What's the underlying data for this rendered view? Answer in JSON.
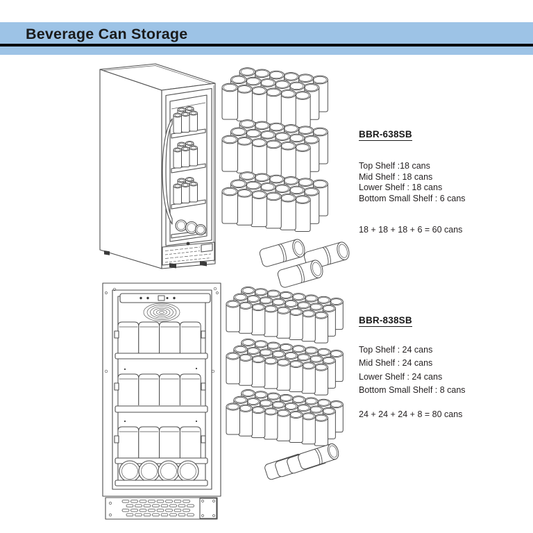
{
  "header": {
    "title": "Beverage Can Storage"
  },
  "colors": {
    "band": "#9dc3e6",
    "rule": "#050505",
    "ink": "#231f20",
    "line_art": "#4d4d4d"
  },
  "models": [
    {
      "name": "BBR-638SB",
      "specs": [
        "Top Shelf :18 cans",
        "Mid Shelf : 18 cans",
        "Lower Shelf : 18 cans",
        "Bottom Small Shelf : 6 cans"
      ],
      "total": "18 + 18 + 18 + 6 = 60 cans",
      "stack": {
        "shelf_groups": 3,
        "cans_per_group": 18,
        "cols": 6,
        "rows": 3,
        "bottom_cans": 6
      }
    },
    {
      "name": "BBR-838SB",
      "specs": [
        "Top Shelf : 24 cans",
        "Mid Shelf : 24 cans",
        "Lower Shelf : 24 cans",
        "Bottom Small Shelf : 8 cans"
      ],
      "total": "24 + 24 + 24 + 8 = 80 cans",
      "stack": {
        "shelf_groups": 3,
        "cans_per_group": 24,
        "cols": 8,
        "rows": 3,
        "bottom_cans": 8
      }
    }
  ]
}
